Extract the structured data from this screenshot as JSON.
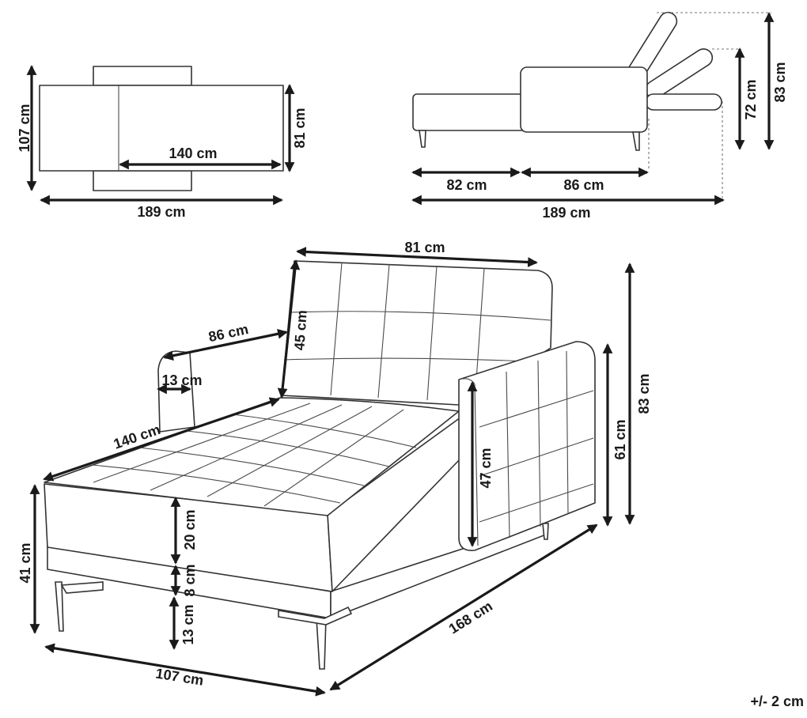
{
  "top_view": {
    "depth_label": "107 cm",
    "seat_length_label": "140 cm",
    "back_width_label": "81 cm",
    "total_length_label": "189 cm"
  },
  "side_view": {
    "seat_label": "82 cm",
    "back_section_label": "86 cm",
    "total_label": "189 cm",
    "mid_height_label": "72 cm",
    "max_height_label": "83 cm"
  },
  "perspective": {
    "backrest_width_label": "81 cm",
    "armrest_length_label": "86 cm",
    "backrest_height_label": "45 cm",
    "armrest_width_label": "13 cm",
    "seat_length_label": "140 cm",
    "cushion_height_label": "20 cm",
    "frame_height_label": "8 cm",
    "leg_height_label": "13 cm",
    "seat_height_label": "41 cm",
    "armrest_inner_height_label": "47 cm",
    "armrest_height_label": "61 cm",
    "total_height_label": "83 cm",
    "depth_label": "107 cm",
    "length_label": "168 cm"
  },
  "tolerance_label": "+/- 2 cm",
  "colors": {
    "line": "#333333",
    "arrow": "#1a1a1a",
    "background": "#ffffff"
  }
}
